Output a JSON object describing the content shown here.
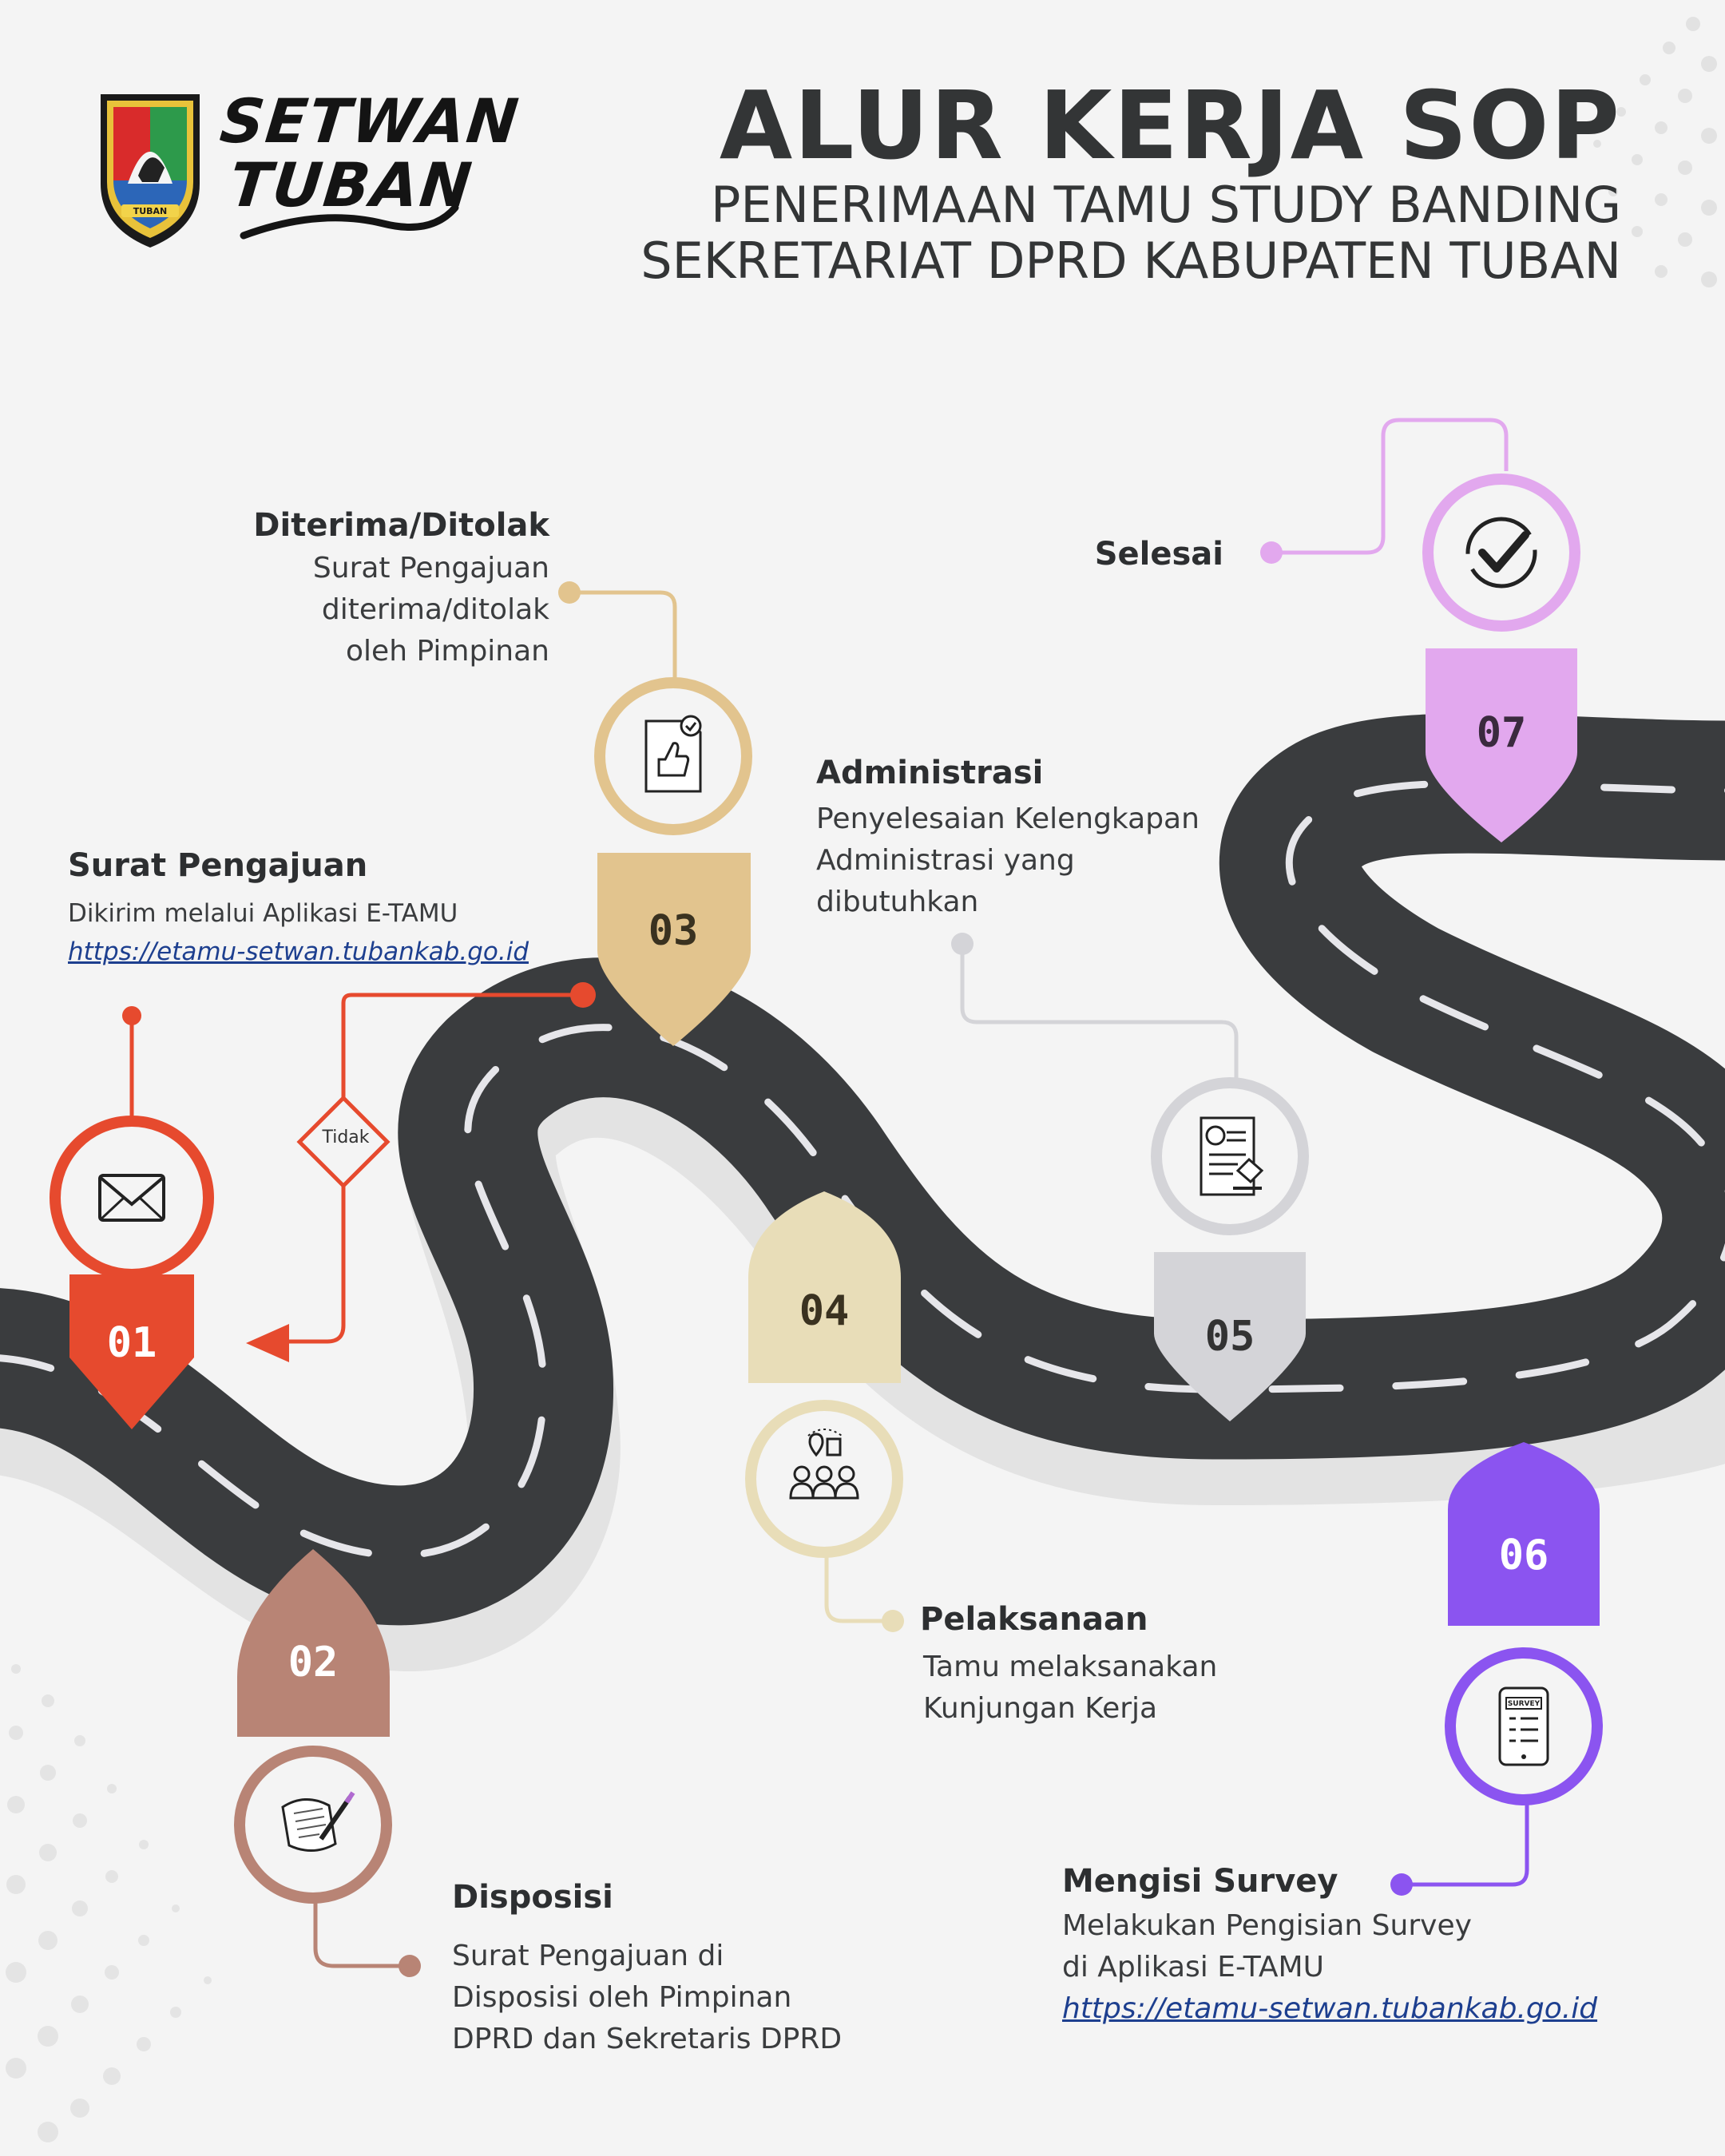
{
  "header": {
    "brand_line1": "SETWAN",
    "brand_line2": "TUBAN",
    "logo_text": "TUBAN",
    "title": "ALUR KERJA SOP",
    "subtitle_line1": "PENERIMAAN TAMU STUDY BANDING",
    "subtitle_line2": "SEKRETARIAT DPRD KABUPATEN TUBAN"
  },
  "decision_label": "Tidak",
  "steps": [
    {
      "number": "01",
      "title": "Surat Pengajuan",
      "desc": [
        "Dikirim melalui Aplikasi E-TAMU"
      ],
      "link": "https://etamu-setwan.tubankab.go.id",
      "color": "#e64a2e",
      "icon": "envelope-icon"
    },
    {
      "number": "02",
      "title": "Disposisi",
      "desc": [
        "Surat Pengajuan di",
        "Disposisi oleh Pimpinan",
        "DPRD dan Sekretaris DPRD"
      ],
      "color": "#b88475",
      "icon": "document-pen-icon"
    },
    {
      "number": "03",
      "title": "Diterima/Ditolak",
      "desc": [
        "Surat Pengajuan",
        "diterima/ditolak",
        "oleh Pimpinan"
      ],
      "color": "#e2c48e",
      "icon": "document-thumbs-up-icon"
    },
    {
      "number": "04",
      "title": "Pelaksanaan",
      "desc": [
        "Tamu melaksanakan",
        "Kunjungan Kerja"
      ],
      "color": "#e8ddb8",
      "icon": "group-visit-icon"
    },
    {
      "number": "05",
      "title": "Administrasi",
      "desc": [
        "Penyelesaian Kelengkapan",
        "Administrasi yang",
        "dibutuhkan"
      ],
      "color": "#d4d4d8",
      "icon": "certificate-stamp-icon"
    },
    {
      "number": "06",
      "title": "Mengisi Survey",
      "desc": [
        "Melakukan Pengisian Survey",
        "di Aplikasi E-TAMU"
      ],
      "link": "https://etamu-setwan.tubankab.go.id",
      "color": "#8b54f0",
      "icon": "survey-phone-icon",
      "icon_text": "SURVEY"
    },
    {
      "number": "07",
      "title": "Selesai",
      "desc": [],
      "color": "#e2a8ee",
      "icon": "checkmark-icon"
    }
  ]
}
